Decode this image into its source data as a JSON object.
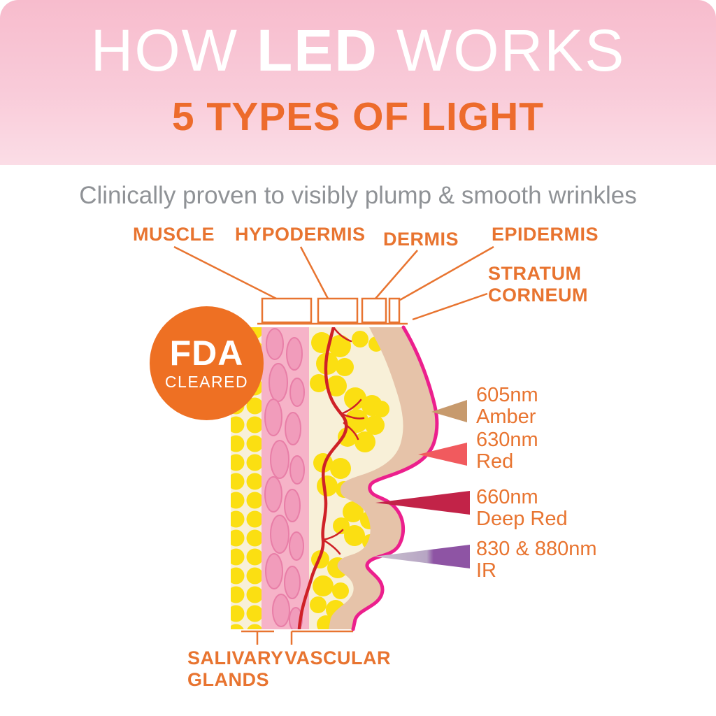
{
  "header": {
    "title_pre": "HOW",
    "title_led": "LED",
    "title_post": "WORKS",
    "subtitle": "5 TYPES OF LIGHT"
  },
  "tagline": "Clinically proven to visibly plump & smooth wrinkles",
  "skin_labels": {
    "muscle": "MUSCLE",
    "hypodermis": "HYPODERMIS",
    "dermis": "DERMIS",
    "epidermis": "EPIDERMIS",
    "stratum_line1": "STRATUM",
    "stratum_line2": "CORNEUM"
  },
  "badge": {
    "line1": "FDA",
    "line2": "CLEARED"
  },
  "wavelengths": [
    {
      "nm": "605nm",
      "name": "Amber",
      "color": "#c79a6d"
    },
    {
      "nm": "630nm",
      "name": "Red",
      "color": "#f15a5e"
    },
    {
      "nm": "660nm",
      "name": "Deep Red",
      "color": "#c22348"
    },
    {
      "nm": "830 & 880nm",
      "name": "IR",
      "color": "#8e54a4"
    }
  ],
  "bottom_labels": {
    "salivary_line1": "SALIVARY",
    "salivary_line2": "GLANDS",
    "vascular": "VASCULAR"
  },
  "colors": {
    "accent_orange": "#E87430",
    "banner_pink": "#F8C3D3",
    "tagline_gray": "#8F9296",
    "magenta_edge": "#EC1F8D",
    "vessel_red": "#CF2127",
    "fat_yellow": "#FBDF12",
    "muscle_pink": "#F6B3C8",
    "dermis_tan": "#E6C3A9"
  }
}
